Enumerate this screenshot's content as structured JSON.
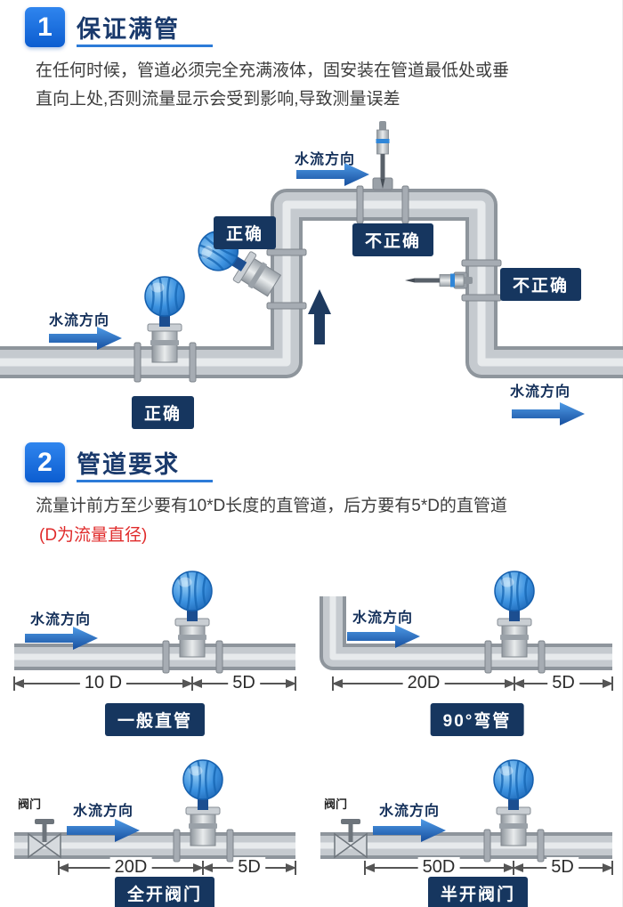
{
  "colors": {
    "accent_blue": "#1569dd",
    "badge_navy": "#16365f",
    "arrow_blue": "#2b6fc4",
    "note_red": "#e02b2b",
    "pipe_gray": "#c5cacf"
  },
  "section1": {
    "number": "1",
    "title": "保证满管",
    "body": "在任何时候，管道必须完全充满液体，固安装在管道最低处或垂\n直向上处,否则流量显示会受到影响,导致测量误差",
    "labels": {
      "flow_top": "水流方向",
      "flow_left": "水流方向",
      "flow_bottom_right": "水流方向",
      "correct_vertical": "正确",
      "incorrect_top": "不正确",
      "incorrect_right": "不正确",
      "correct_bottom": "正确"
    }
  },
  "section2": {
    "number": "2",
    "title": "管道要求",
    "body": "流量计前方至少要有10*D长度的直管道，后方要有5*D的直管道",
    "note": "(D为流量直径)",
    "diagrams": [
      {
        "name": "一般直管",
        "flow_label": "水流方向",
        "dim_before": "10 D",
        "dim_after": "5D"
      },
      {
        "name": "90°弯管",
        "flow_label": "水流方向",
        "dim_before": "20D",
        "dim_after": "5D"
      },
      {
        "name": "全开阀门",
        "flow_label": "水流方向",
        "valve_label": "阀门",
        "dim_before": "20D",
        "dim_after": "5D"
      },
      {
        "name": "半开阀门",
        "flow_label": "水流方向",
        "valve_label": "阀门",
        "dim_before": "50D",
        "dim_after": "5D"
      }
    ]
  }
}
